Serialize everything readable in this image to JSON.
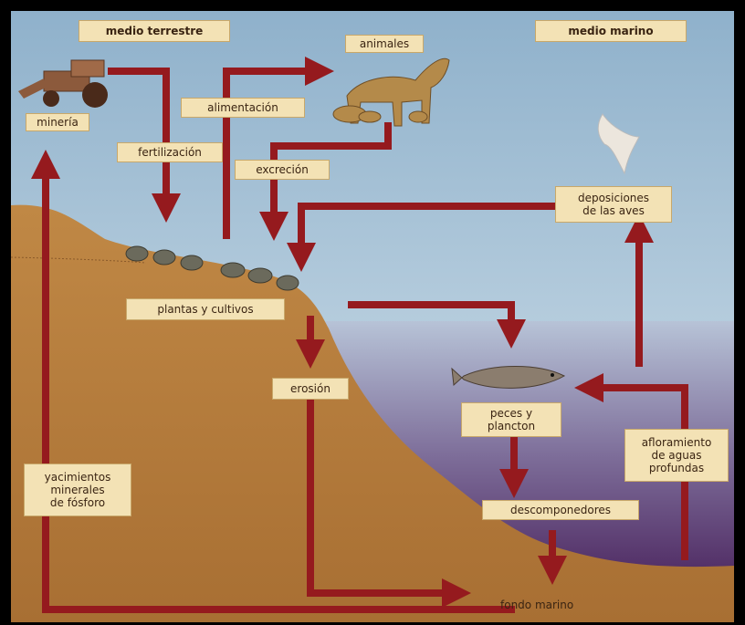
{
  "sections": {
    "land": "medio terrestre",
    "sea": "medio marino"
  },
  "labels": {
    "animals": "animales",
    "mining": "minería",
    "feeding": "alimentación",
    "fertilization": "fertilización",
    "excretion": "excreción",
    "bird_droppings": "deposiciones\nde las aves",
    "plants": "plantas y cultivos",
    "erosion": "erosión",
    "fish": "peces y\nplancton",
    "upwelling": "afloramiento\nde aguas\nprofundas",
    "decomposers": "descomponedores",
    "deposits": "yacimientos\nminerales\nde fósforo",
    "seabed": "fondo marino"
  },
  "colors": {
    "arrow": "#951a1e",
    "sky": "#a9c4d8",
    "land": "#b57d3d",
    "sea_top": "#9aa8c4",
    "sea_bottom": "#4a1c5c",
    "label_bg": "#f3e2b5"
  }
}
